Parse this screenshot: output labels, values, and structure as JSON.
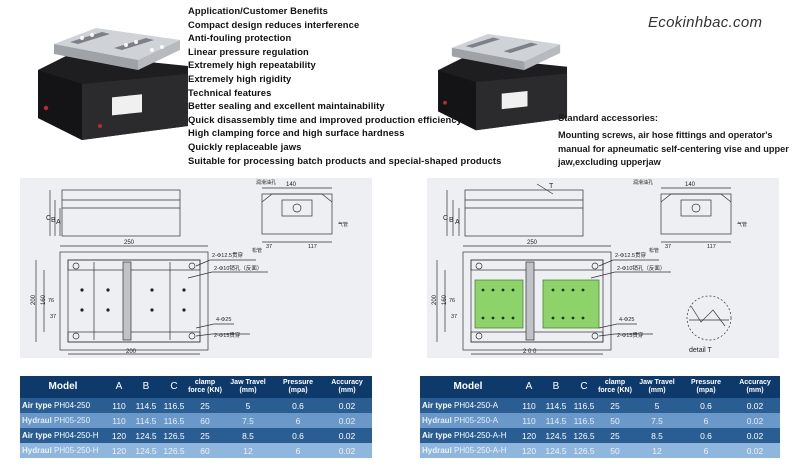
{
  "watermark": "Ecokinhbac.com",
  "features": [
    "Application/Customer Benefits",
    "Compact design reduces interference",
    "Anti-fouling protection",
    "Linear pressure regulation",
    "Extremely high repeatability",
    "Extremely high rigidity",
    "Technical features",
    "Better sealing and excellent maintainability",
    "Quick disassembly time and improved production efficiency",
    "High clamping force and high surface hardness",
    "Quickly replaceable jaws",
    "Suitable for processing batch products and special-shaped products"
  ],
  "accessories": {
    "title": "Standard accessories:",
    "body": "Mounting screws, air hose fittings and operator's manual for apneumatic self-centering vise and upper jaw,excluding upperjaw"
  },
  "drawing_left": {
    "top_side_labels": [
      "C",
      "B",
      "A"
    ],
    "dim_140": "140",
    "dim_37": "37",
    "dim_117": "117",
    "label_lube": "润滑油孔",
    "label_air": "气管",
    "label_air2": "松管",
    "dim_250": "250",
    "dim_200_h": "200",
    "dim_200_v": "200",
    "dim_160": "160",
    "dim_76": "76",
    "dim_37v": "37",
    "callout_1": "2-Φ12.5贯穿",
    "callout_2": "2-Φ10销孔（反面）",
    "callout_3": "4-Φ25",
    "callout_4": "2-Φ15贯穿"
  },
  "drawing_right": {
    "top_side_labels": [
      "C",
      "B",
      "A"
    ],
    "label_t": "T",
    "dim_140": "140",
    "dim_37": "37",
    "dim_117": "117",
    "label_lube": "润滑油孔",
    "label_air": "气管",
    "label_air2": "松管",
    "dim_250": "250",
    "dim_200_h": "2 0 0",
    "dim_200_v": "200",
    "dim_160": "160",
    "dim_76": "76",
    "dim_37v": "37",
    "callout_1": "2-Φ12.5贯穿",
    "callout_2": "2-Φ10销孔（反面）",
    "callout_3": "4-Φ25",
    "callout_4": "2-Φ15贯穿",
    "detail": "detail  T"
  },
  "spec_left": {
    "headers": [
      "Model",
      "A",
      "B",
      "C",
      "clamp force (KN)",
      "Jaw Travel (mm)",
      "Pressure (mpa)",
      "Accuracy (mm)"
    ],
    "rows": [
      {
        "type": "Air type",
        "code": "PH04-250",
        "a": "110",
        "b": "114.5",
        "c": "116.5",
        "force": "25",
        "travel": "5",
        "pressure": "0.6",
        "accuracy": "0.02"
      },
      {
        "type": "Hydraul",
        "code": "PH05-250",
        "a": "110",
        "b": "114.5",
        "c": "116.5",
        "force": "60",
        "travel": "7.5",
        "pressure": "6",
        "accuracy": "0.02"
      },
      {
        "type": "Air type",
        "code": "PH04-250-H",
        "a": "120",
        "b": "124.5",
        "c": "126.5",
        "force": "25",
        "travel": "8.5",
        "pressure": "0.6",
        "accuracy": "0.02"
      },
      {
        "type": "Hydraul",
        "code": "PH05-250-H",
        "a": "120",
        "b": "124.5",
        "c": "126.5",
        "force": "60",
        "travel": "12",
        "pressure": "6",
        "accuracy": "0.02"
      }
    ]
  },
  "spec_right": {
    "headers": [
      "Model",
      "A",
      "B",
      "C",
      "clamp force (KN)",
      "Jaw Travel (mm)",
      "Pressure (mpa)",
      "Accuracy (mm)"
    ],
    "rows": [
      {
        "type": "Air type",
        "code": "PH04-250-A",
        "a": "110",
        "b": "114.5",
        "c": "116.5",
        "force": "25",
        "travel": "5",
        "pressure": "0.6",
        "accuracy": "0.02"
      },
      {
        "type": "Hydraul",
        "code": "PH05-250-A",
        "a": "110",
        "b": "114.5",
        "c": "116.5",
        "force": "50",
        "travel": "7.5",
        "pressure": "6",
        "accuracy": "0.02"
      },
      {
        "type": "Air type",
        "code": "PH04-250-A-H",
        "a": "120",
        "b": "124.5",
        "c": "126.5",
        "force": "25",
        "travel": "8.5",
        "pressure": "0.6",
        "accuracy": "0.02"
      },
      {
        "type": "Hydraul",
        "code": "PH05-250-A-H",
        "a": "120",
        "b": "124.5",
        "c": "126.5",
        "force": "50",
        "travel": "12",
        "pressure": "6",
        "accuracy": "0.02"
      }
    ]
  },
  "colors": {
    "header": "#0e3a6b",
    "row_dark": "#2a5d91",
    "row_light": "#6a98c8",
    "drawing_bg": "#eeeff3",
    "green_jaw": "#8dd36a"
  }
}
